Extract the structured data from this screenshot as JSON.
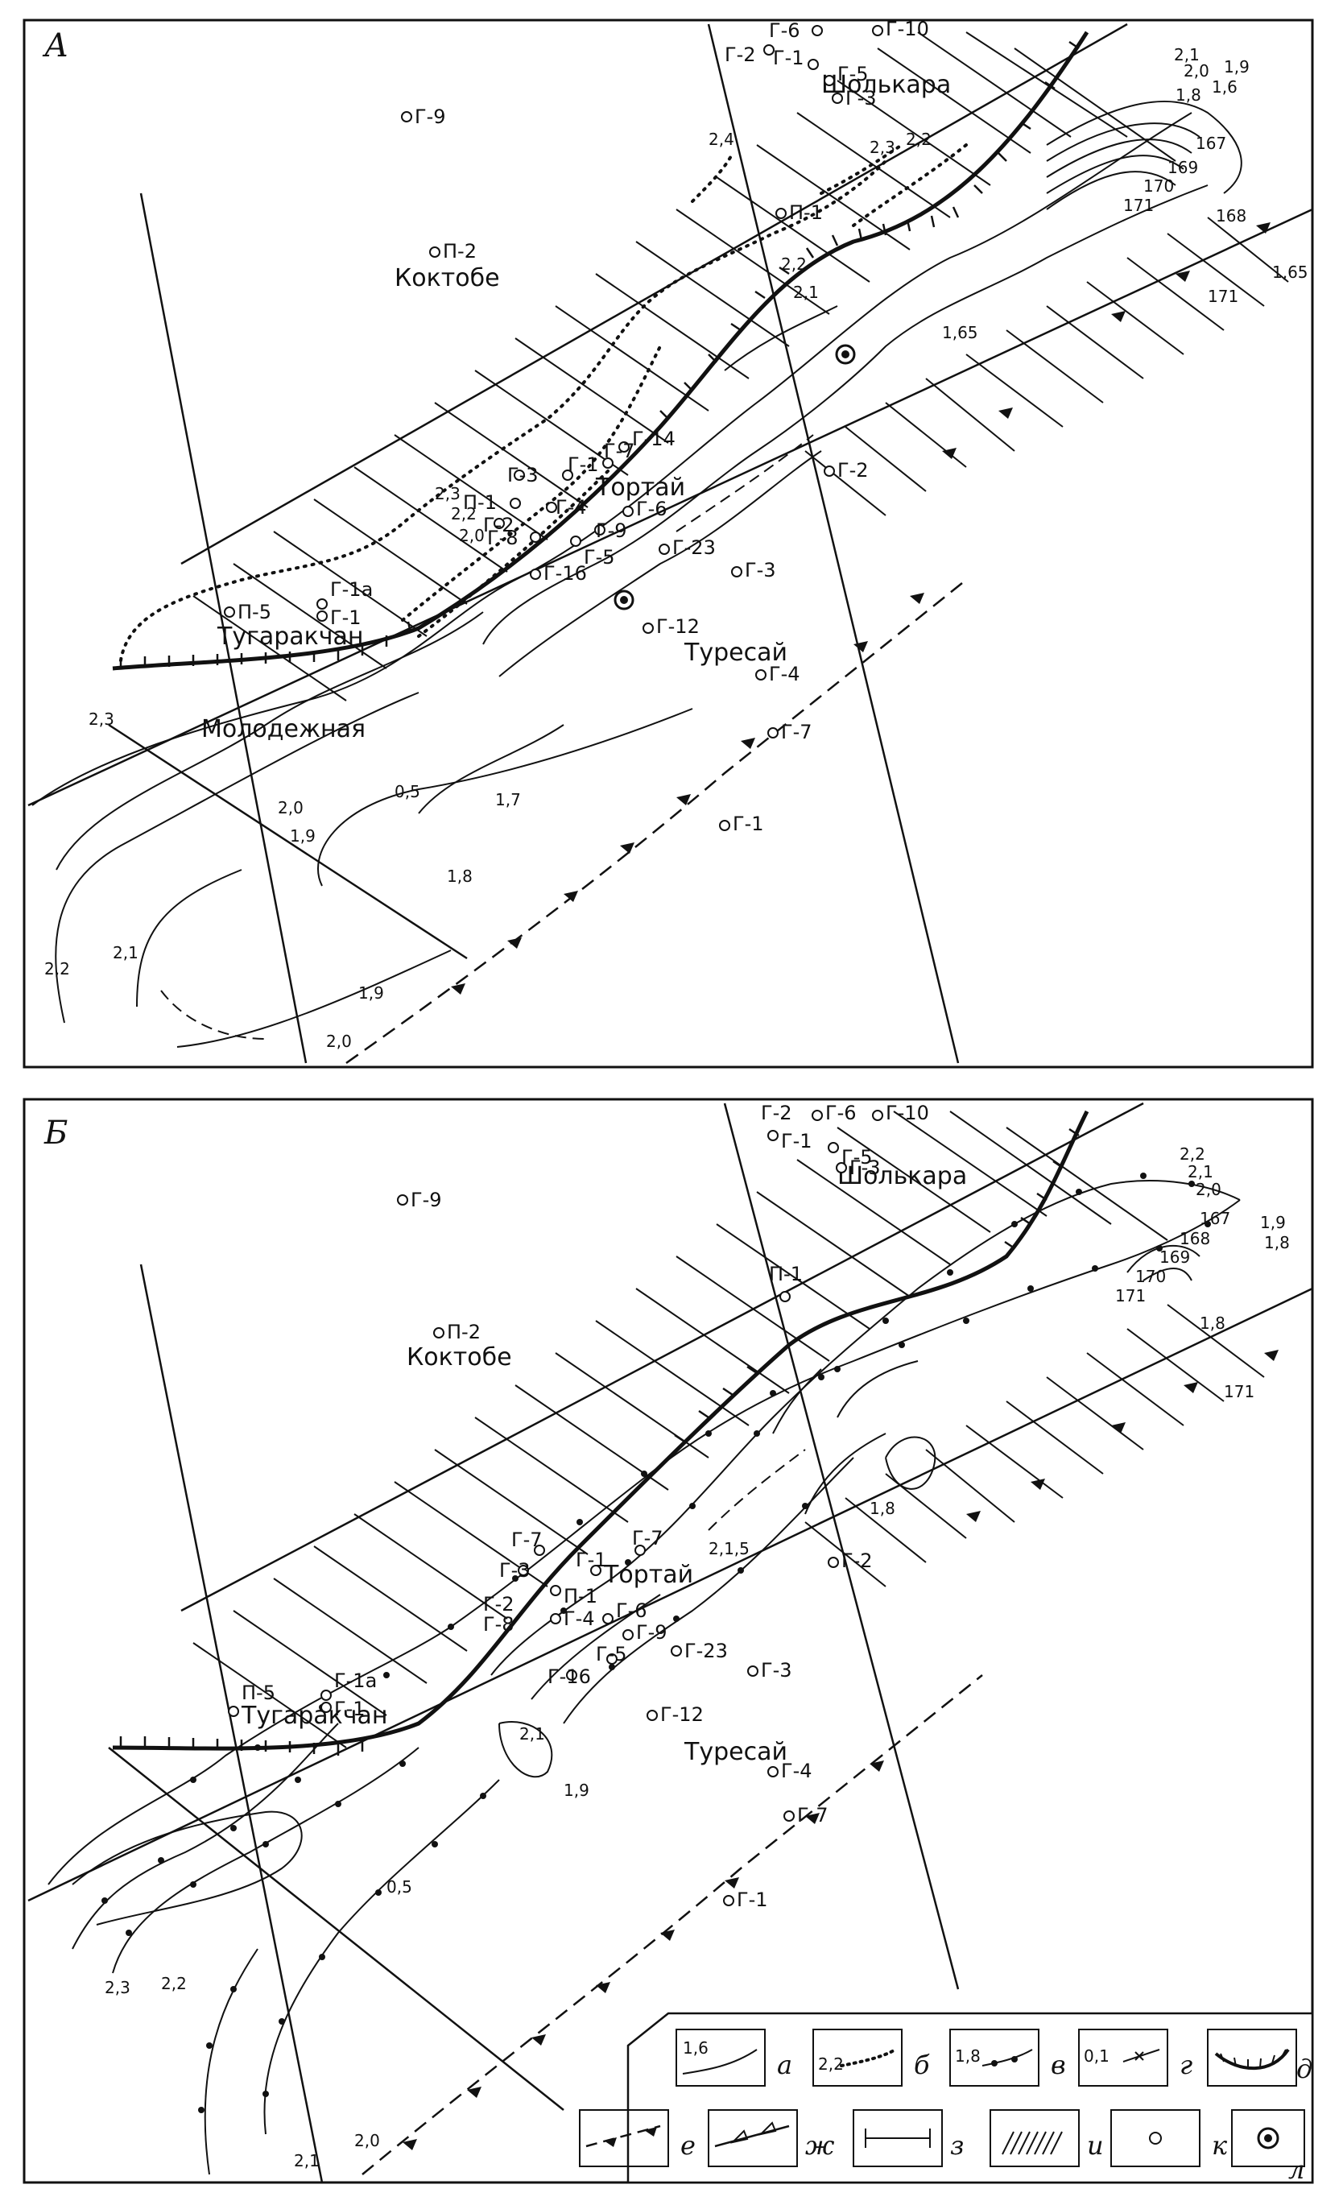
{
  "panels": [
    {
      "letter": "А",
      "fields": {
        "sholkara": "Шолькара",
        "koktobe": "Коктобе",
        "tortai": "Тортай",
        "turesai": "Туресай",
        "tugarakchan": "Тугаракчан",
        "molodezhnaya": "Молодежная"
      },
      "wells": [
        "Г-6",
        "Г-10",
        "Г-2",
        "Г-1",
        "Г-5",
        "Г-3",
        "Г-9",
        "П-1",
        "П-2",
        "Г-14",
        "Г-7",
        "Г-3",
        "Г-1",
        "П-1",
        "Г-4",
        "Г-6",
        "Г-2",
        "Г-8",
        "Г-9",
        "Г-5",
        "Г-16",
        "Г-23",
        "Г-3",
        "Г-12",
        "Г-4",
        "Г-7",
        "Г-1",
        "Г-2",
        "П-5",
        "Г-1а",
        "Г-1"
      ],
      "isolines": [
        "2,1",
        "2,0",
        "1,9",
        "1,8",
        "1,6",
        "2,4",
        "2,3",
        "2,2",
        "2,2",
        "2,1",
        "1,65",
        "1,65",
        "2,3",
        "2,2",
        "2,0",
        "2,3",
        "2,0",
        "1,9",
        "0,5",
        "1,7",
        "1,8",
        "2,2",
        "2,1",
        "1,9",
        "2,0"
      ],
      "profiles": [
        "167",
        "169",
        "170",
        "171",
        "168",
        "171"
      ]
    },
    {
      "letter": "Б",
      "fields": {
        "sholkara": "Шолькара",
        "koktobe": "Коктобе",
        "tortai": "Тортай",
        "turesai": "Туресай",
        "tugarakchan": "Тугаракчан"
      },
      "wells": [
        "Г-2",
        "Г-6",
        "Г-10",
        "Г-1",
        "Г-5",
        "Г-3",
        "Г-9",
        "П-1",
        "П-2",
        "Г-7",
        "Г-3",
        "Г-1",
        "Г-7",
        "Г-2",
        "Г-8",
        "П-1",
        "Г-4",
        "Г-6",
        "Г-9",
        "Г-5",
        "Г-16",
        "Г-23",
        "Г-3",
        "Г-2",
        "Г-12",
        "Г-4",
        "Г-7",
        "Г-1",
        "П-5",
        "Г-1а",
        "Г-1"
      ],
      "isolines": [
        "2,2",
        "2,1",
        "2,0",
        "1,9",
        "1,8",
        "1,8",
        "2,1,5",
        "1,8",
        "2,1",
        "1,9",
        "0,5",
        "2,3",
        "2,2",
        "2,1",
        "2,0"
      ],
      "profiles": [
        "167",
        "168",
        "169",
        "170",
        "171",
        "171"
      ]
    }
  ],
  "legend": [
    {
      "sample": "1,6",
      "letter": "а"
    },
    {
      "sample": "2,2",
      "letter": "б"
    },
    {
      "sample": "1,8",
      "letter": "в"
    },
    {
      "sample": "0,1",
      "letter": "г"
    },
    {
      "sample": "",
      "letter": "д"
    },
    {
      "sample": "",
      "letter": "е"
    },
    {
      "sample": "",
      "letter": "ж"
    },
    {
      "sample": "",
      "letter": "з"
    },
    {
      "sample": "",
      "letter": "и"
    },
    {
      "sample": "",
      "letter": "к"
    },
    {
      "sample": "",
      "letter": "л"
    }
  ],
  "colors": {
    "ink": "#111111",
    "paper": "#ffffff"
  }
}
